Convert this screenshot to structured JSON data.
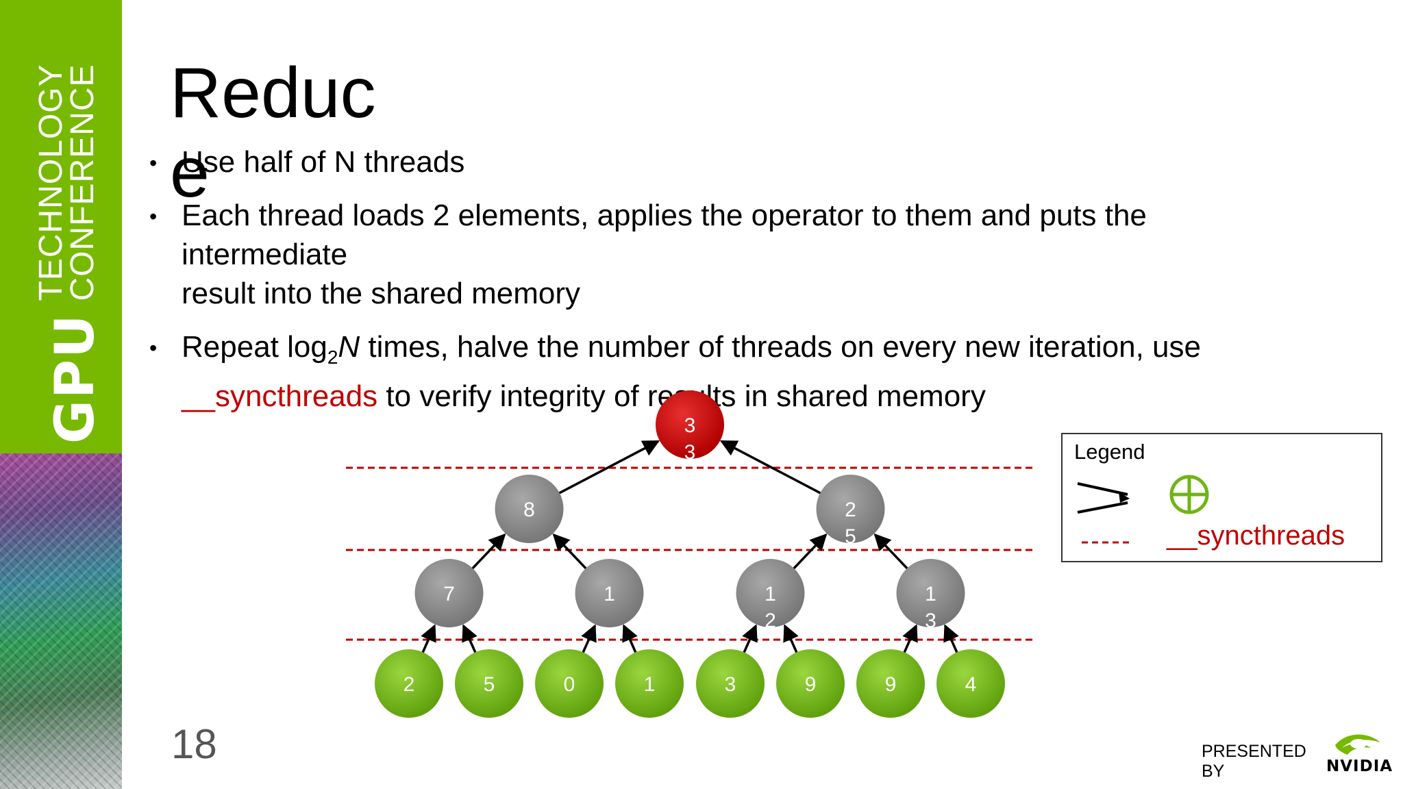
{
  "sidebar": {
    "brand_main": "GPU",
    "brand_line1": "TECHNOLOGY",
    "brand_line2": "CONFERENCE",
    "brand_color": "#76b900"
  },
  "slide": {
    "title": "Reduce",
    "page_number": "18",
    "presented_by": "PRESENTED BY",
    "sponsor": "NVIDIA"
  },
  "bullets": {
    "b1": "Use half of N threads",
    "b2_line1": "Each thread loads 2 elements, applies the operator to them and puts the",
    "b2_line2": "intermediate",
    "b2_line3": "result into the shared memory",
    "b3_pre": "Repeat log",
    "b3_sub": "2",
    "b3_n": "N",
    "b3_post": " times, halve the number of threads on every new iteration, use",
    "b3_sync": "__syncthreads",
    "b3_end": " to verify integrity of results in shared memory"
  },
  "tree": {
    "levels": [
      [
        "2",
        "5",
        "0",
        "1",
        "3",
        "9",
        "9",
        "4"
      ],
      [
        "7",
        "1",
        "12",
        "13"
      ],
      [
        "8",
        "25"
      ],
      [
        "33"
      ]
    ],
    "level_colors": [
      "#6fb514",
      "#8a8a8a",
      "#8a8a8a",
      "#cc0000"
    ]
  },
  "legend": {
    "title": "Legend",
    "sync_label": "__syncthreads",
    "dash_color": "#c00000",
    "op_color": "#6fb514"
  }
}
